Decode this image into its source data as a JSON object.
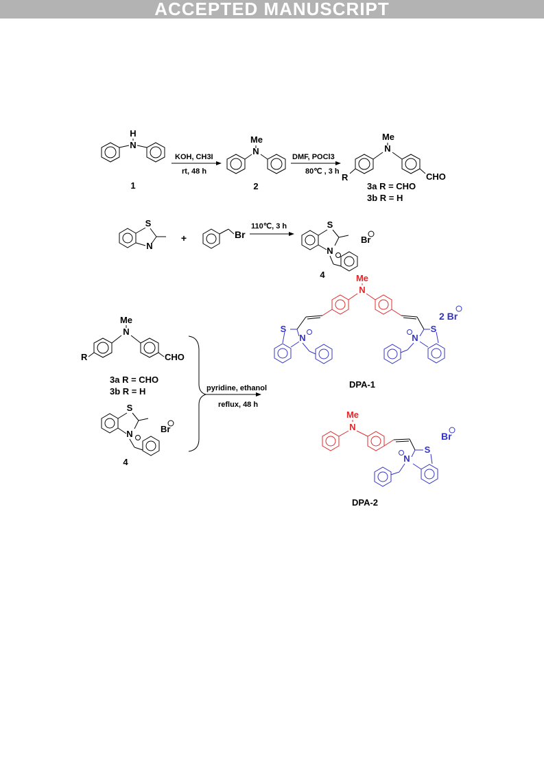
{
  "banner": "ACCEPTED MANUSCRIPT",
  "colors": {
    "banner_bg": "#b3b3b3",
    "red": "#e0282a",
    "blue": "#3232c8"
  },
  "step1": {
    "cpd1": {
      "atom": "H",
      "n": "N",
      "label": "1"
    },
    "arrow": {
      "top": "KOH, CH3I",
      "bottom": "rt, 48 h"
    },
    "cpd2": {
      "me": "Me",
      "n": "N",
      "label": "2"
    },
    "arrow2": {
      "top": "DMF, POCl3",
      "bottom": "80℃ , 3 h"
    },
    "cpd3": {
      "me": "Me",
      "n": "N",
      "r": "R",
      "cho": "CHO",
      "label_a": "3a  R = CHO",
      "label_b": "3b  R = H"
    }
  },
  "step2": {
    "s": "S",
    "n": "N",
    "plus": "+",
    "br": "Br",
    "arrow": {
      "top": "110℃, 3 h"
    },
    "prod": {
      "s": "S",
      "n": "N",
      "br": "Br",
      "label": "4"
    }
  },
  "step3": {
    "left": {
      "me": "Me",
      "n": "N",
      "r": "R",
      "cho": "CHO",
      "label_a": "3a  R = CHO",
      "label_b": "3b  R = H",
      "s": "S",
      "n2": "N",
      "br": "Br",
      "label4": "4"
    },
    "arrow": {
      "top": "pyridine, ethanol",
      "bottom": "reflux, 48 h"
    },
    "dpa1": {
      "me": "Me",
      "n": "N",
      "s1": "S",
      "n1": "N",
      "s2": "S",
      "n2": "N",
      "br": "2 Br",
      "label": "DPA-1"
    },
    "dpa2": {
      "me": "Me",
      "n": "N",
      "s": "S",
      "n2": "N",
      "br": "Br",
      "label": "DPA-2"
    }
  }
}
